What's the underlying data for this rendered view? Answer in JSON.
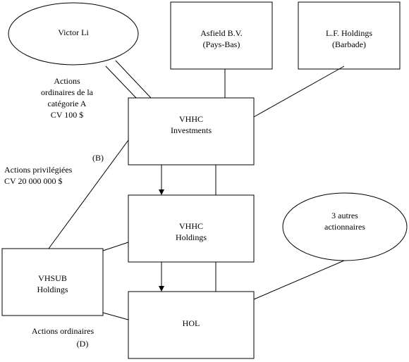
{
  "entities": {
    "victor_li": {
      "name": "Victor Li"
    },
    "asfield": {
      "name": "Asfield B.V.",
      "country": "(Pays-Bas)"
    },
    "lf_holdings": {
      "name": "L.F. Holdings",
      "country": "(Barbade)"
    },
    "vhhc_investments": {
      "line1": "VHHC",
      "line2": "Investments"
    },
    "vhhc_holdings": {
      "line1": "VHHC",
      "line2": "Holdings"
    },
    "vhsub_holdings": {
      "line1": "VHSUB",
      "line2": "Holdings"
    },
    "hol": {
      "name": "HOL"
    },
    "other_shareholders": {
      "line1": "3 autres",
      "line2": "actionnaires"
    }
  },
  "annotations": {
    "class_a": {
      "line1": "Actions",
      "line2": "ordinaires de la",
      "line3": "catégorie A",
      "line4": "CV 100 $"
    },
    "marker_b": "(B)",
    "preferred": {
      "line1": "Actions privilégiées",
      "line2": "CV 20 000 000 $"
    },
    "common": "Actions ordinaires",
    "marker_d": "(D)"
  }
}
